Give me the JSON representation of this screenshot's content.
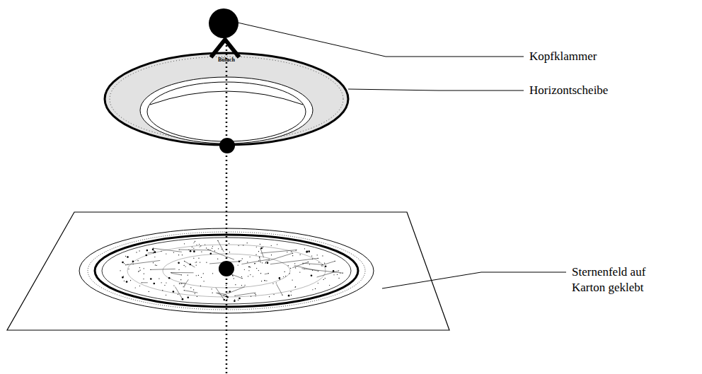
{
  "diagram": {
    "labels": [
      "Bülach",
      "Kopfklammer",
      "Horizontscheibe",
      "Sternenfeld auf Karton geklebt"
    ]
  }
}
